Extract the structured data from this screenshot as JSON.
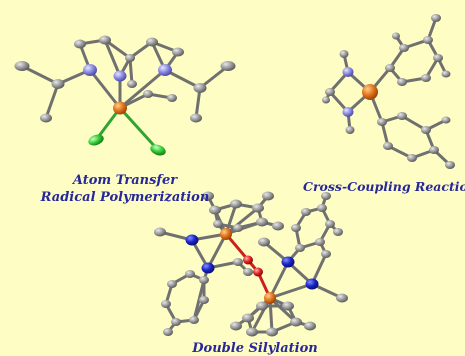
{
  "labels": {
    "atom_transfer_line1": "Atom Transfer",
    "atom_transfer_line2": "Radical Polymerization",
    "cross_coupling": "Cross-Coupling Reaction",
    "double_silylation": "Double Silylation"
  },
  "colors": {
    "background": "#fefec4",
    "label_text": "#26279a",
    "metal": "#d2691e",
    "chlorine": "#33cc33",
    "nitrogen": "#7777dd",
    "nitrogen_dark": "#1a24c8",
    "oxygen": "#e02020",
    "carbon": "#909090",
    "bond": "#707070"
  }
}
